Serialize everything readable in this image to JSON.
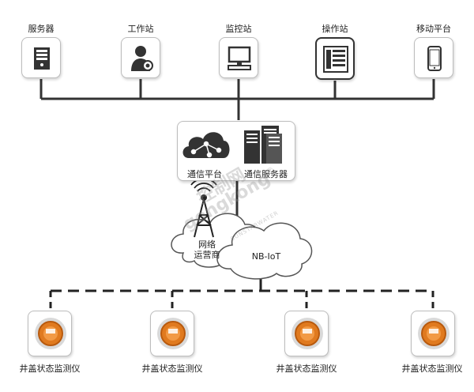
{
  "top_nodes": [
    {
      "label": "服务器",
      "icon": "server-icon"
    },
    {
      "label": "工作站",
      "icon": "user-gear-icon"
    },
    {
      "label": "监控站",
      "icon": "computer-icon"
    },
    {
      "label": "操作站",
      "icon": "control-panel-icon"
    },
    {
      "label": "移动平台",
      "icon": "smartphone-icon"
    }
  ],
  "center_box": {
    "left_label": "通信平台",
    "right_label": "通信服务器"
  },
  "clouds": {
    "carrier_label": "网络\n运营商",
    "nbiot_label": "NB-IoT"
  },
  "bottom_nodes": [
    {
      "label": "井盖状态监测仪",
      "icon": "manhole-sensor-icon"
    },
    {
      "label": "井盖状态监测仪",
      "icon": "manhole-sensor-icon"
    },
    {
      "label": "井盖状态监测仪",
      "icon": "manhole-sensor-icon"
    },
    {
      "label": "井盖状态监测仪",
      "icon": "manhole-sensor-icon"
    }
  ],
  "watermark": {
    "cn": "控制网",
    "en": "gongkong",
    "reg": "®",
    "small": "SUNSTARWATER"
  },
  "colors": {
    "line": "#333333",
    "box_border": "#bdbdbd",
    "sensor_orange": "#e07a1f",
    "icon_dark": "#333333"
  }
}
